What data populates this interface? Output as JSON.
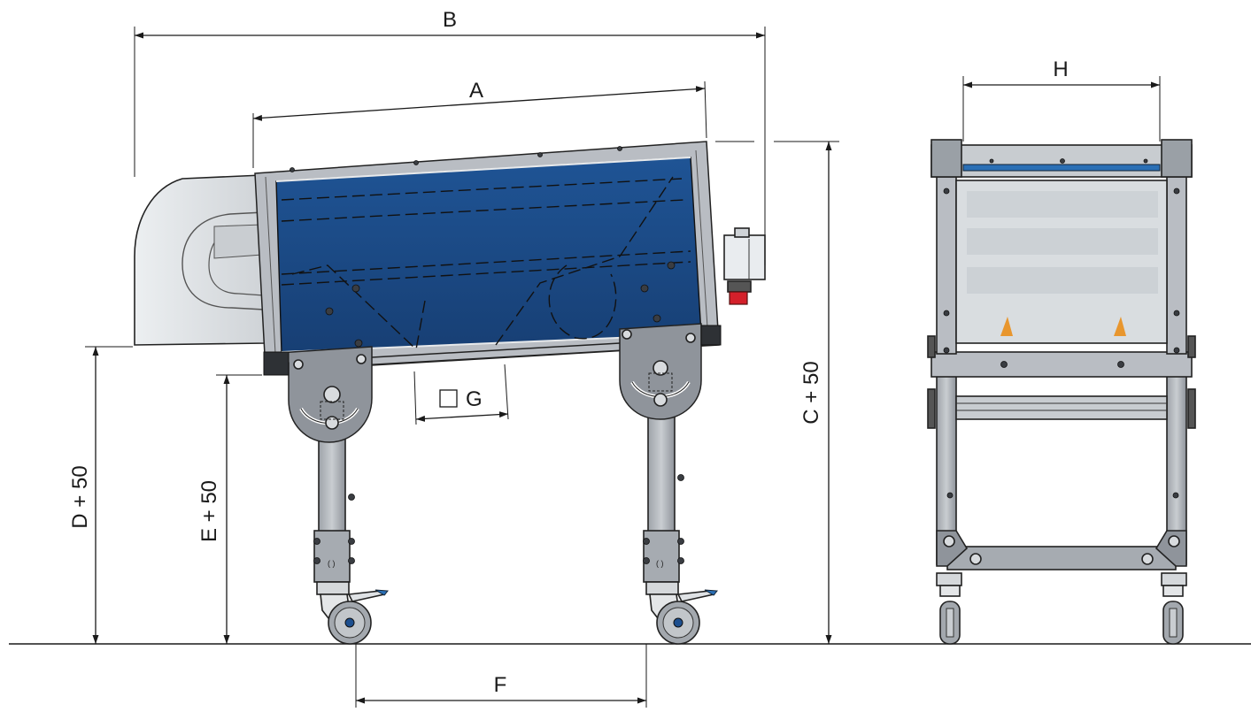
{
  "dimensions": {
    "A": "A",
    "B": "B",
    "C": "C + 50",
    "D": "D + 50",
    "E": "E + 50",
    "F": "F",
    "G": "G",
    "H": "H"
  },
  "colors": {
    "panel_blue": "#1b4e8c",
    "frame_gray": "#b9bdc3",
    "emergency_stop_red": "#d4202a",
    "caster_accent": "#2a6fb5",
    "warning_orange": "#e8962e"
  }
}
